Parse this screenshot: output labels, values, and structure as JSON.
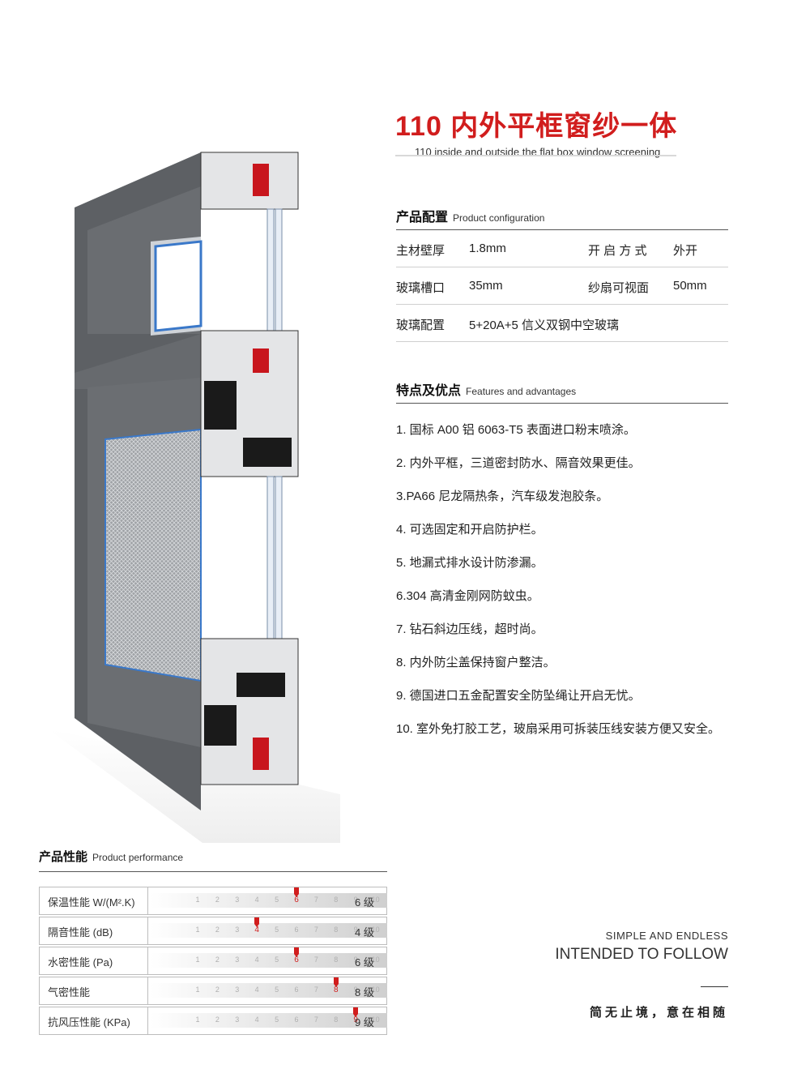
{
  "header": {
    "title": "110 内外平框窗纱一体",
    "subtitle": "110 inside and outside the flat box window screening"
  },
  "config": {
    "heading_cn": "产品配置",
    "heading_en": "Product configuration",
    "rows": [
      {
        "label1": "主材壁厚",
        "value1": "1.8mm",
        "label2": "开 启 方 式",
        "value2": "外开"
      },
      {
        "label1": "玻璃槽口",
        "value1": "35mm",
        "label2": "纱扇可视面",
        "value2": "50mm"
      },
      {
        "label1": "玻璃配置",
        "value1": "5+20A+5 信义双钢中空玻璃"
      }
    ]
  },
  "features": {
    "heading_cn": "特点及优点",
    "heading_en": "Features and advantages",
    "items": [
      "1. 国标 A00 铝 6063-T5 表面进口粉末喷涂。",
      "2. 内外平框，三道密封防水、隔音效果更佳。",
      "3.PA66 尼龙隔热条，汽车级发泡胶条。",
      "4. 可选固定和开启防护栏。",
      "5. 地漏式排水设计防渗漏。",
      "6.304 高清金刚网防蚊虫。",
      "7. 钻石斜边压线，超时尚。",
      "8. 内外防尘盖保持窗户整洁。",
      "9. 德国进口五金配置安全防坠绳让开启无忧。",
      "10. 室外免打胶工艺，玻扇采用可拆装压线安装方便又安全。"
    ]
  },
  "performance": {
    "heading_cn": "产品性能",
    "heading_en": "Product performance",
    "scale": [
      "1",
      "2",
      "3",
      "4",
      "5",
      "6",
      "7",
      "8",
      "9",
      "10"
    ],
    "rows": [
      {
        "label": "保温性能 W/(M².K)",
        "level": 6,
        "grade": "6 级"
      },
      {
        "label": "隔音性能 (dB)",
        "level": 4,
        "grade": "4 级"
      },
      {
        "label": "水密性能 (Pa)",
        "level": 6,
        "grade": "6 级"
      },
      {
        "label": "气密性能",
        "level": 8,
        "grade": "8 级"
      },
      {
        "label": "抗风压性能 (KPa)",
        "level": 9,
        "grade": "9 级"
      }
    ]
  },
  "slogan": {
    "en1": "SIMPLE AND ENDLESS",
    "en2": "INTENDED TO FOLLOW",
    "cn": "简无止境，意在相随"
  },
  "colors": {
    "brand_red": "#d11d1d",
    "frame_gray": "#5f6265",
    "glass_blue": "#3a78c9"
  }
}
